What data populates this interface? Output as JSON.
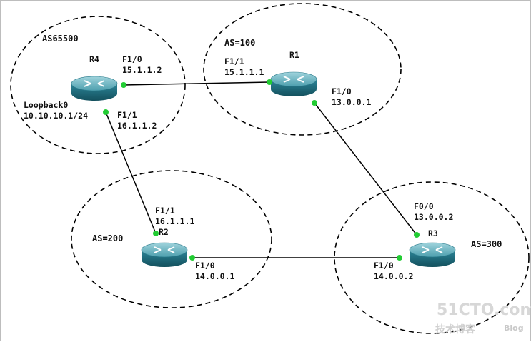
{
  "as_zones": [
    {
      "id": "as65500",
      "label": "AS65500"
    },
    {
      "id": "as100",
      "label": "AS=100"
    },
    {
      "id": "as200",
      "label": "AS=200"
    },
    {
      "id": "as300",
      "label": "AS=300"
    }
  ],
  "routers": [
    {
      "id": "r4",
      "name": "R4"
    },
    {
      "id": "r1",
      "name": "R1"
    },
    {
      "id": "r2",
      "name": "R2"
    },
    {
      "id": "r3",
      "name": "R3"
    }
  ],
  "interfaces": {
    "r4_f10": {
      "name": "F1/0",
      "ip": "15.1.1.2"
    },
    "r1_f11": {
      "name": "F1/1",
      "ip": "15.1.1.1"
    },
    "r1_f10": {
      "name": "F1/0",
      "ip": "13.0.0.1"
    },
    "r4_loop": {
      "name": "Loopback0",
      "ip": "10.10.10.1/24"
    },
    "r4_f11": {
      "name": "F1/1",
      "ip": "16.1.1.2"
    },
    "r2_f11": {
      "name": "F1/1",
      "ip": "16.1.1.1"
    },
    "r2_f10": {
      "name": "F1/0",
      "ip": "14.0.0.1"
    },
    "r3_f00": {
      "name": "F0/0",
      "ip": "13.0.0.2"
    },
    "r3_f10": {
      "name": "F1/0",
      "ip": "14.0.0.2"
    }
  },
  "watermark": {
    "brand": "51CTO.com",
    "subtitle": "技术博客",
    "blog": "Blog"
  },
  "colors": {
    "link": "#000000",
    "port": "#22cc33",
    "router_top": "#6fb7c4",
    "router_side": "#1f6f80",
    "zone": "#000000"
  }
}
